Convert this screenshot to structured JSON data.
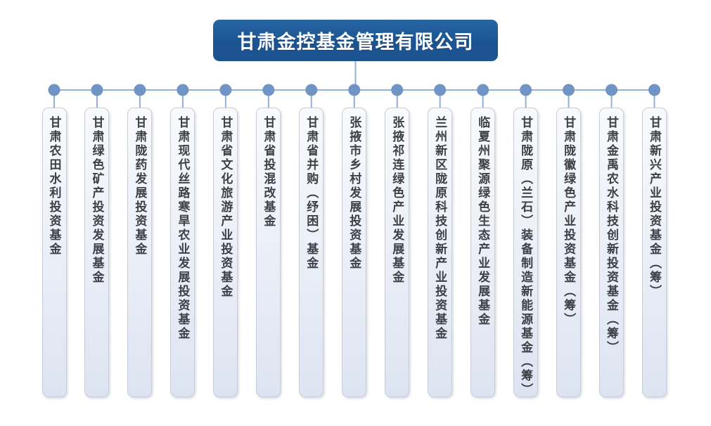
{
  "org_chart": {
    "root": {
      "label": "甘肃金控基金管理有限公司"
    },
    "funds": [
      "甘肃农田水利投资基金",
      "甘肃绿色矿产投资发展基金",
      "甘肃陇药发展投资基金",
      "甘肃现代丝路寒旱农业发展投资基金",
      "甘肃省文化旅游产业投资基金",
      "甘肃省投混改基金",
      "甘肃省并购（纾困）基金",
      "张掖市乡村发展投资基金",
      "张掖祁连绿色产业发展基金",
      "兰州新区陇原科技创新产业投资基金",
      "临夏州聚源绿色生态产业发展基金",
      "甘肃陇原（兰石）装备制造新能源基金（筹）",
      "甘肃陇徽绿色产业投资基金（筹）",
      "甘肃金禹农水科技创新投资基金（筹）",
      "甘肃新兴产业投资基金（筹）"
    ],
    "colors": {
      "root_bg": "#1c5492",
      "root_bg_light": "#2766a3",
      "root_text": "#ffffff",
      "connector_line": "#8fb0d8",
      "connector_dot": "#7095c5",
      "box_border": "#c9cdd6",
      "box_bg_top": "#f8fafd",
      "box_bg_bottom": "#dde4f1",
      "label_text": "#3d4046"
    }
  }
}
